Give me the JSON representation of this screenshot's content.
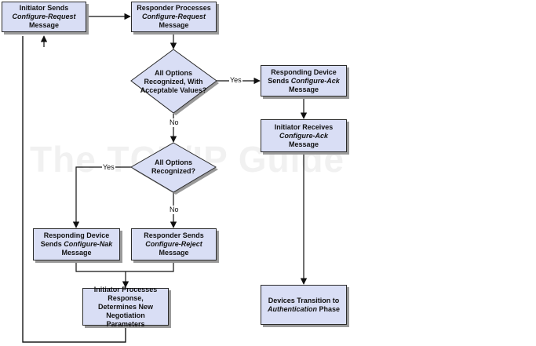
{
  "watermark": "The TCP/IP Guide",
  "nodes": {
    "initiator_sends": {
      "pre": "Initiator Sends",
      "em": "Configure-Request",
      "post": "Message"
    },
    "responder_processes": {
      "pre": "Responder Processes",
      "em": "Configure-Request",
      "post": "Message"
    },
    "all_options_acceptable": {
      "text": "All Options Recognized, With Acceptable Values?"
    },
    "responding_ack": {
      "pre": "Responding Device Sends",
      "em": "Configure-Ack",
      "post": "Message"
    },
    "initiator_receives_ack": {
      "pre": "Initiator Receives",
      "em": "Configure-Ack",
      "post": "Message"
    },
    "all_options_recognized": {
      "text": "All Options Recognized?"
    },
    "responding_nak": {
      "pre": "Responding Device Sends",
      "em": "Configure-Nak",
      "post": "Message"
    },
    "responder_reject": {
      "pre": "Responder Sends",
      "em": "Configure-Reject",
      "post": "Message"
    },
    "initiator_processes": {
      "text": "Initiator Processes Response, Determines New Negotiation Parameters"
    },
    "transition_auth": {
      "pre": "Devices Transition to",
      "em": "Authentication",
      "post": "Phase"
    }
  },
  "edge_labels": {
    "yes_ack": "Yes",
    "no_first": "No",
    "yes_nak": "Yes",
    "no_reject": "No"
  },
  "colors": {
    "box_fill": "#d9def5",
    "border": "#2b2b2b",
    "shadow": "#9a9a9a",
    "line": "#111111"
  }
}
